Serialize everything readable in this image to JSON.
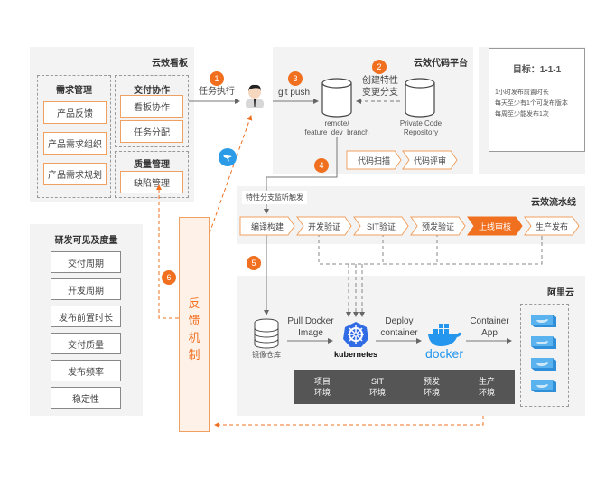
{
  "kanban": {
    "title": "云效看板",
    "groups": [
      {
        "title": "需求管理",
        "items": [
          "产品反馈",
          "产品需求组织",
          "产品需求规划"
        ]
      },
      {
        "title": "交付协作",
        "items": [
          "看板协作",
          "任务分配"
        ]
      },
      {
        "title": "质量管理",
        "items": [
          "缺陷管理"
        ]
      }
    ]
  },
  "metrics": {
    "title": "研发可见及度量",
    "items": [
      "交付周期",
      "开发周期",
      "发布前置时长",
      "交付质量",
      "发布频率",
      "稳定性"
    ]
  },
  "feedback": {
    "label": "反馈机制",
    "chars": [
      "反",
      "馈",
      "机",
      "制"
    ]
  },
  "steps": [
    {
      "num": "1",
      "label": "任务执行"
    },
    {
      "num": "2",
      "label": "创建特性变更分支"
    },
    {
      "num": "3",
      "label": "git push"
    },
    {
      "num": "4",
      "label": ""
    },
    {
      "num": "5",
      "label": ""
    },
    {
      "num": "6",
      "label": ""
    }
  ],
  "code_platform": {
    "title": "云效代码平台",
    "remote_repo": "remote/ feature_dev_branch",
    "private_repo": "Private Code Repository",
    "step2_line1": "创建特性",
    "step2_line2": "变更分支",
    "checks": [
      "代码扫描",
      "代码评审"
    ]
  },
  "goal": {
    "title": "目标：1-1-1",
    "lines": [
      "1小时发布前置时长",
      "每天至少有1个可发布版本",
      "每周至少能发布1次"
    ]
  },
  "pipeline": {
    "title": "云效流水线",
    "trigger": "特性分支监听触发",
    "stages": [
      {
        "label": "编译构建",
        "active": false
      },
      {
        "label": "开发验证",
        "active": false
      },
      {
        "label": "SIT验证",
        "active": false
      },
      {
        "label": "预发验证",
        "active": false
      },
      {
        "label": "上线审核",
        "active": true
      },
      {
        "label": "生产发布",
        "active": false
      }
    ]
  },
  "aliyun": {
    "title": "阿里云",
    "registry": "镜像仓库",
    "pull_label_1": "Pull Docker",
    "pull_label_2": "Image",
    "k8s": "kubernetes",
    "deploy_label_1": "Deploy",
    "deploy_label_2": "container",
    "docker": "docker",
    "app_label_1": "Container",
    "app_label_2": "App",
    "envs": [
      "项目\n环境",
      "SIT\n环境",
      "预发\n环境",
      "生产\n环境"
    ]
  },
  "colors": {
    "accent": "#f07020",
    "accent_light": "#f0a060",
    "env_bg": "#555555",
    "panel_bg": "#f3f3f3",
    "dingtalk": "#2b9be8",
    "k8s": "#326ce5",
    "docker": "#2496ed"
  }
}
